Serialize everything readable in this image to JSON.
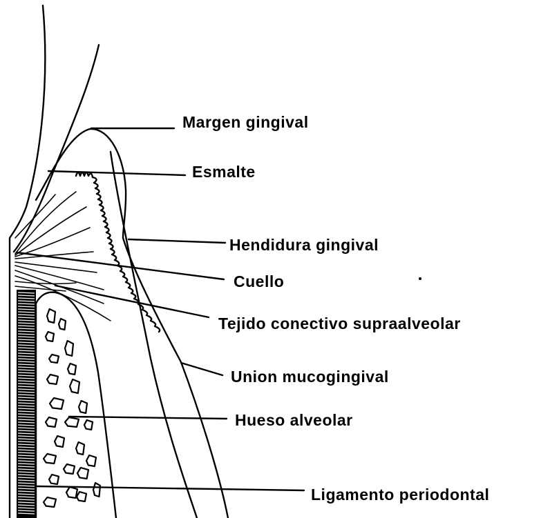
{
  "labels": {
    "margen_gingival": "Margen gingival",
    "esmalte": "Esmalte",
    "hendidura_gingival": "Hendidura gingival",
    "cuello": "Cuello",
    "tejido_conectivo": "Tejido conectivo supraalveolar",
    "union_mucogingival": "Union mucogingival",
    "hueso_alveolar": "Hueso alveolar",
    "ligamento_periodontal": "Ligamento periodontal"
  }
}
